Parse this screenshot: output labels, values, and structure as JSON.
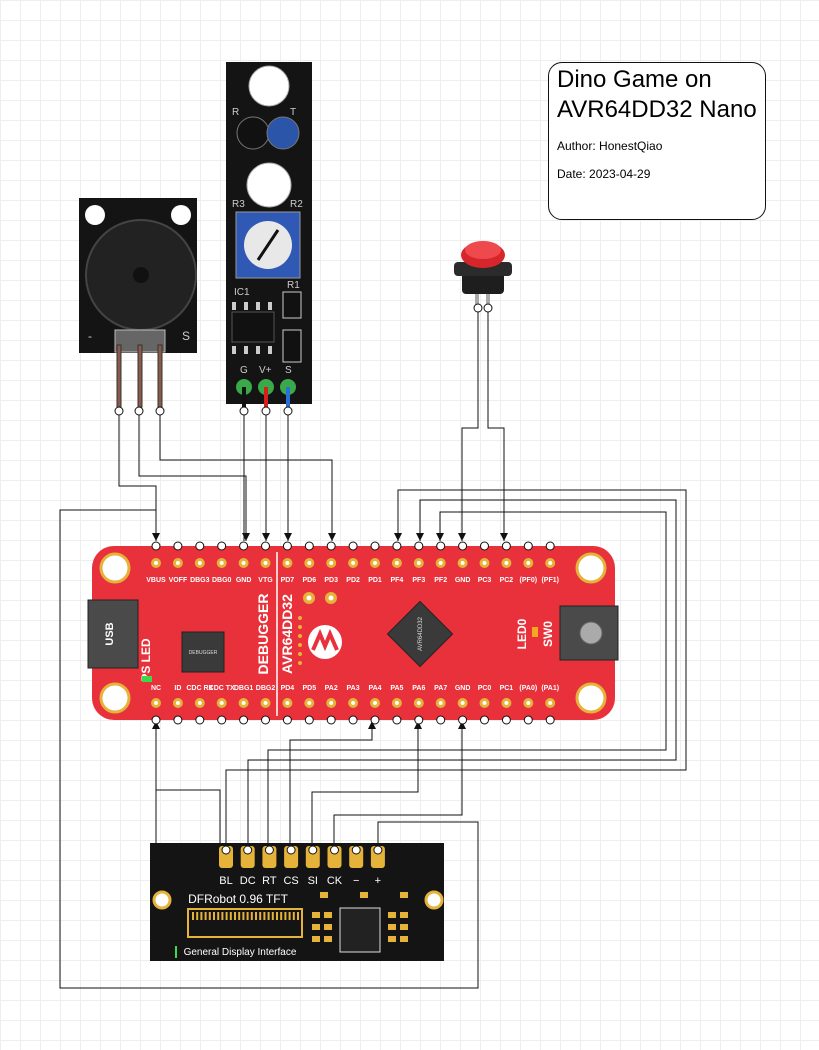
{
  "title": {
    "line1": "Dino Game on",
    "line2": "AVR64DD32 Nano",
    "author": "Author: HonestQiao",
    "date": "Date: 2023-04-29"
  },
  "buzzer": {
    "pin_minus": "-",
    "pin_s": "S"
  },
  "ir_sensor": {
    "label_r": "R",
    "label_t": "T",
    "label_r3": "R3",
    "label_r2": "R2",
    "label_ic1": "IC1",
    "label_r1": "R1",
    "pin_g": "G",
    "pin_v": "V+",
    "pin_s": "S"
  },
  "board": {
    "name": "AVR64DD32",
    "debugger_label": "DEBUGGER",
    "chip_label": "AVR64DD32",
    "debugger_chip_label": "DEBUGGER",
    "usb_label": "USB",
    "ps_led_label": "PS LED",
    "led0_label": "LED0",
    "sw0_label": "SW0",
    "top_pins": [
      "VBUS",
      "VOFF",
      "DBG3",
      "DBG0",
      "GND",
      "VTG",
      "PD7",
      "PD6",
      "PD3",
      "PD2",
      "PD1",
      "PF4",
      "PF3",
      "PF2",
      "GND",
      "PC3",
      "PC2",
      "(PF0)",
      "(PF1)"
    ],
    "bottom_pins": [
      "NC",
      "ID",
      "CDC RX",
      "CDC TX",
      "DBG1",
      "DBG2",
      "PD4",
      "PD5",
      "PA2",
      "PA3",
      "PA4",
      "PA5",
      "PA6",
      "PA7",
      "GND",
      "PC0",
      "PC1",
      "(PA0)",
      "(PA1)"
    ]
  },
  "tft": {
    "pins": [
      "BL",
      "DC",
      "RT",
      "CS",
      "SI",
      "CK",
      "−",
      "+"
    ],
    "name": "DFRobot 0.96 TFT",
    "subtitle": "General Display Interface"
  },
  "colors": {
    "board_red": "#e8313a",
    "pcb_black": "#141414",
    "gold": "#e5b23a",
    "wire": "#111111",
    "button_red": "#d7262b",
    "pot_blue": "#2f59b5"
  },
  "icons": [
    "microchip-logo-icon",
    "push-button-icon",
    "buzzer-icon",
    "potentiometer-icon"
  ]
}
